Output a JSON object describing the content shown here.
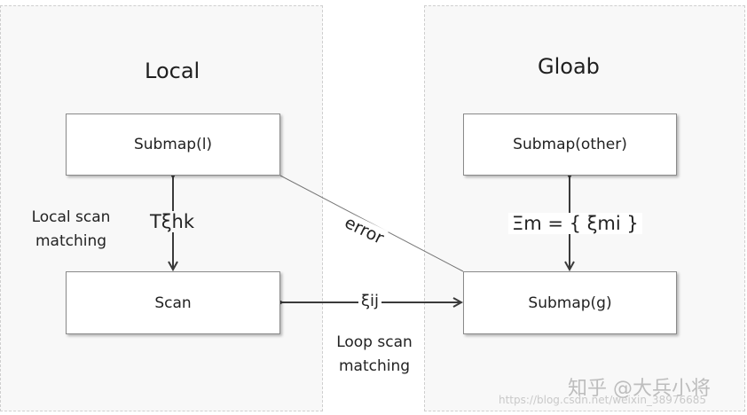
{
  "titles": {
    "local": "Local",
    "global": "Gloab"
  },
  "boxes": {
    "submap_l": "Submap(l)",
    "scan": "Scan",
    "submap_other": "Submap(other)",
    "submap_g": "Submap(g)"
  },
  "edge_labels": {
    "local_relation": "Tξhk",
    "global_relation": "Ξm = { ξmi }",
    "loop_relation": "ξij",
    "error": "error"
  },
  "annotations": {
    "local_scan_matching": "Local scan matching",
    "loop_scan_matching": "Loop scan matching"
  },
  "watermark": {
    "text": "知乎 @大兵小将",
    "url": "https://blog.csdn.net/weixin_38976685"
  },
  "colors": {
    "panel_background": "#f8f8f8",
    "box_border": "#8a8a8a",
    "arrow": "#3a3a3a"
  }
}
